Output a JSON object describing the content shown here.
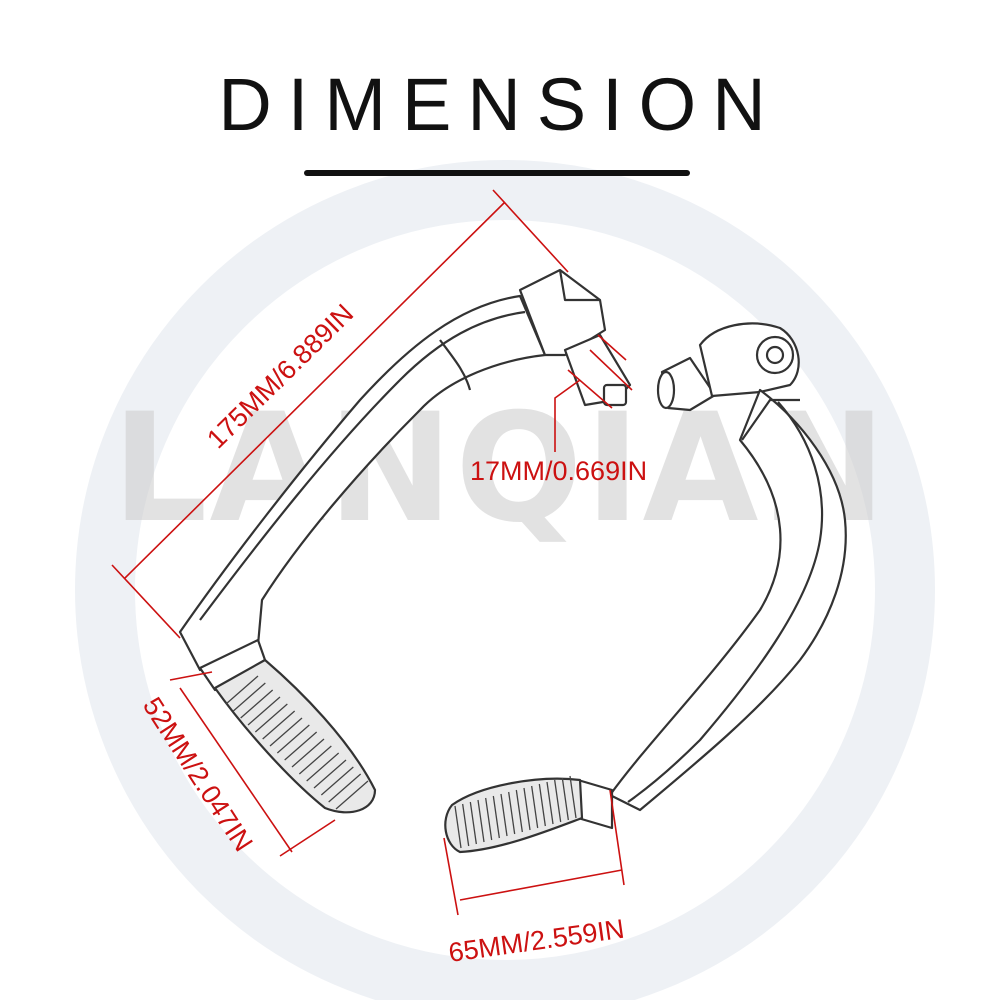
{
  "title": "DIMENSION",
  "watermark": "LANQIAN",
  "colors": {
    "title": "#111111",
    "dimension": "#cc1111",
    "outline": "#333333",
    "watermark": "#cccccc"
  },
  "dimensions": {
    "length": "175MM/6.889IN",
    "bore": "17MM/0.669IN",
    "grip_left": "52MM/2.047IN",
    "grip_right": "65MM/2.559IN"
  }
}
